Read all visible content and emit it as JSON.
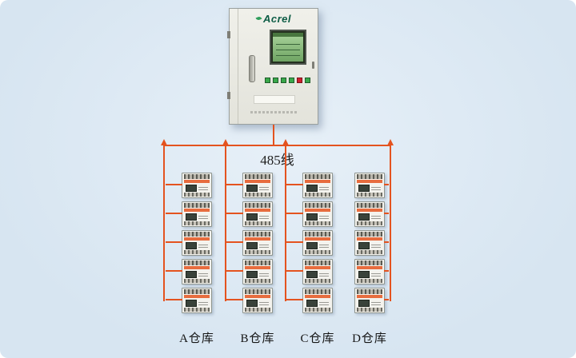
{
  "colors": {
    "accent": "#e4531f",
    "bg": "#d7e5f1"
  },
  "cabinet": {
    "brand": "Acrel"
  },
  "bus": {
    "label": "485线"
  },
  "devices_per_column": 5,
  "warehouses": [
    {
      "label": "A仓库"
    },
    {
      "label": "B仓库"
    },
    {
      "label": "C仓库"
    },
    {
      "label": "D仓库"
    }
  ]
}
